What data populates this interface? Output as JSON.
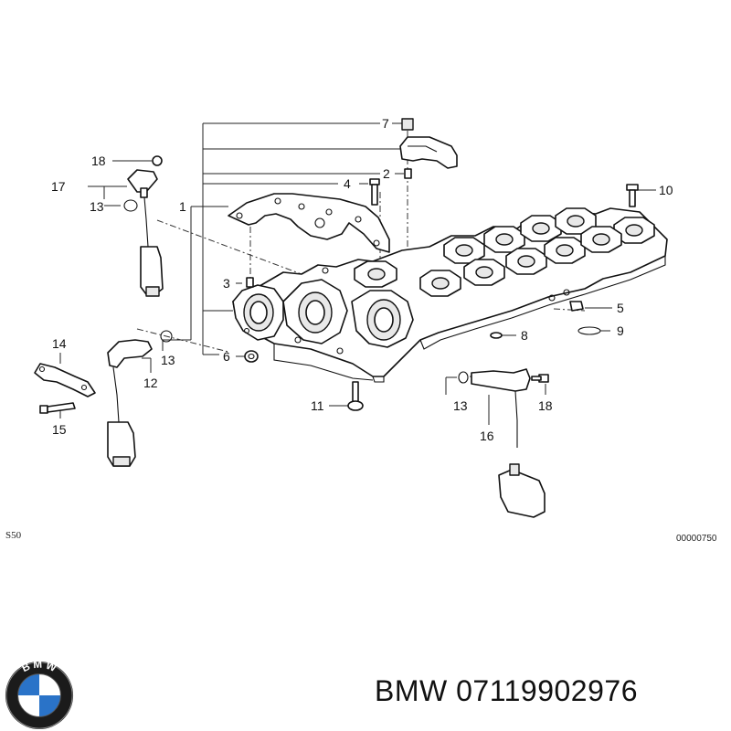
{
  "diagram": {
    "callouts": {
      "c1": "1",
      "c2": "2",
      "c3": "3",
      "c4": "4",
      "c5": "5",
      "c6": "6",
      "c7": "7",
      "c8": "8",
      "c9": "9",
      "c10": "10",
      "c11": "11",
      "c12": "12",
      "c13a": "13",
      "c13b": "13",
      "c13c": "13",
      "c14": "14",
      "c15": "15",
      "c16": "16",
      "c17": "17",
      "c18a": "18",
      "c18b": "18"
    },
    "corner_left": "S50",
    "corner_right": "00000750"
  },
  "logo": {
    "name": "bmw-roundel-logo",
    "text": "BMW"
  },
  "footer": {
    "part_label": "BMW 07119902976"
  }
}
